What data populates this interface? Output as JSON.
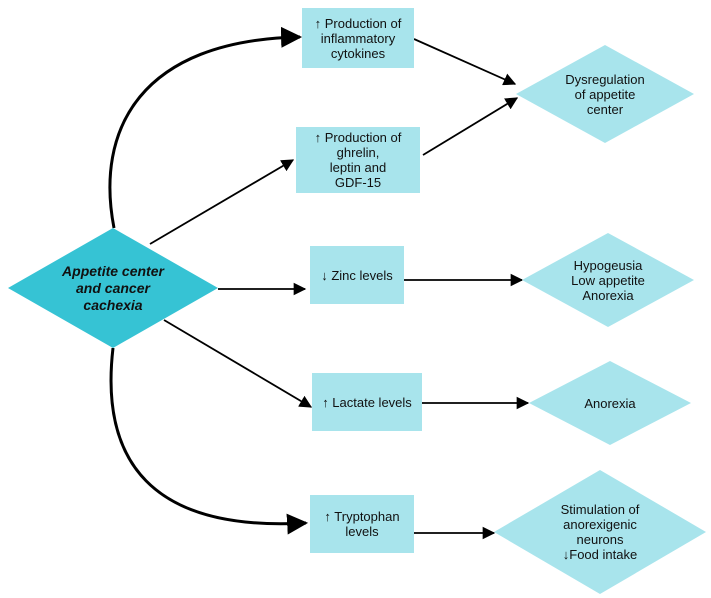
{
  "colors": {
    "box_fill": "#a8e4ec",
    "center_fill": "#36c3d4",
    "arrow": "#000000"
  },
  "center": {
    "label": "Appetite center\nand cancer\ncachexia"
  },
  "middle": [
    {
      "id": "cytokines",
      "label": "↑  Production of\ninflammatory\ncytokines"
    },
    {
      "id": "ghrelin",
      "label": "↑ Production of\nghrelin,\nleptin and\nGDF-15"
    },
    {
      "id": "zinc",
      "label": "↓ Zinc levels"
    },
    {
      "id": "lactate",
      "label": "↑ Lactate levels"
    },
    {
      "id": "tryptophan",
      "label": "↑ Tryptophan\nlevels"
    }
  ],
  "outcomes": [
    {
      "id": "dysregulation",
      "label": "Dysregulation\nof appetite\ncenter"
    },
    {
      "id": "hypogeusia",
      "label": "Hypogeusia\nLow appetite\nAnorexia"
    },
    {
      "id": "anorexia",
      "label": "Anorexia"
    },
    {
      "id": "stimulation",
      "label": "Stimulation of\nanorexigenic\nneurons\n↓Food intake"
    }
  ]
}
